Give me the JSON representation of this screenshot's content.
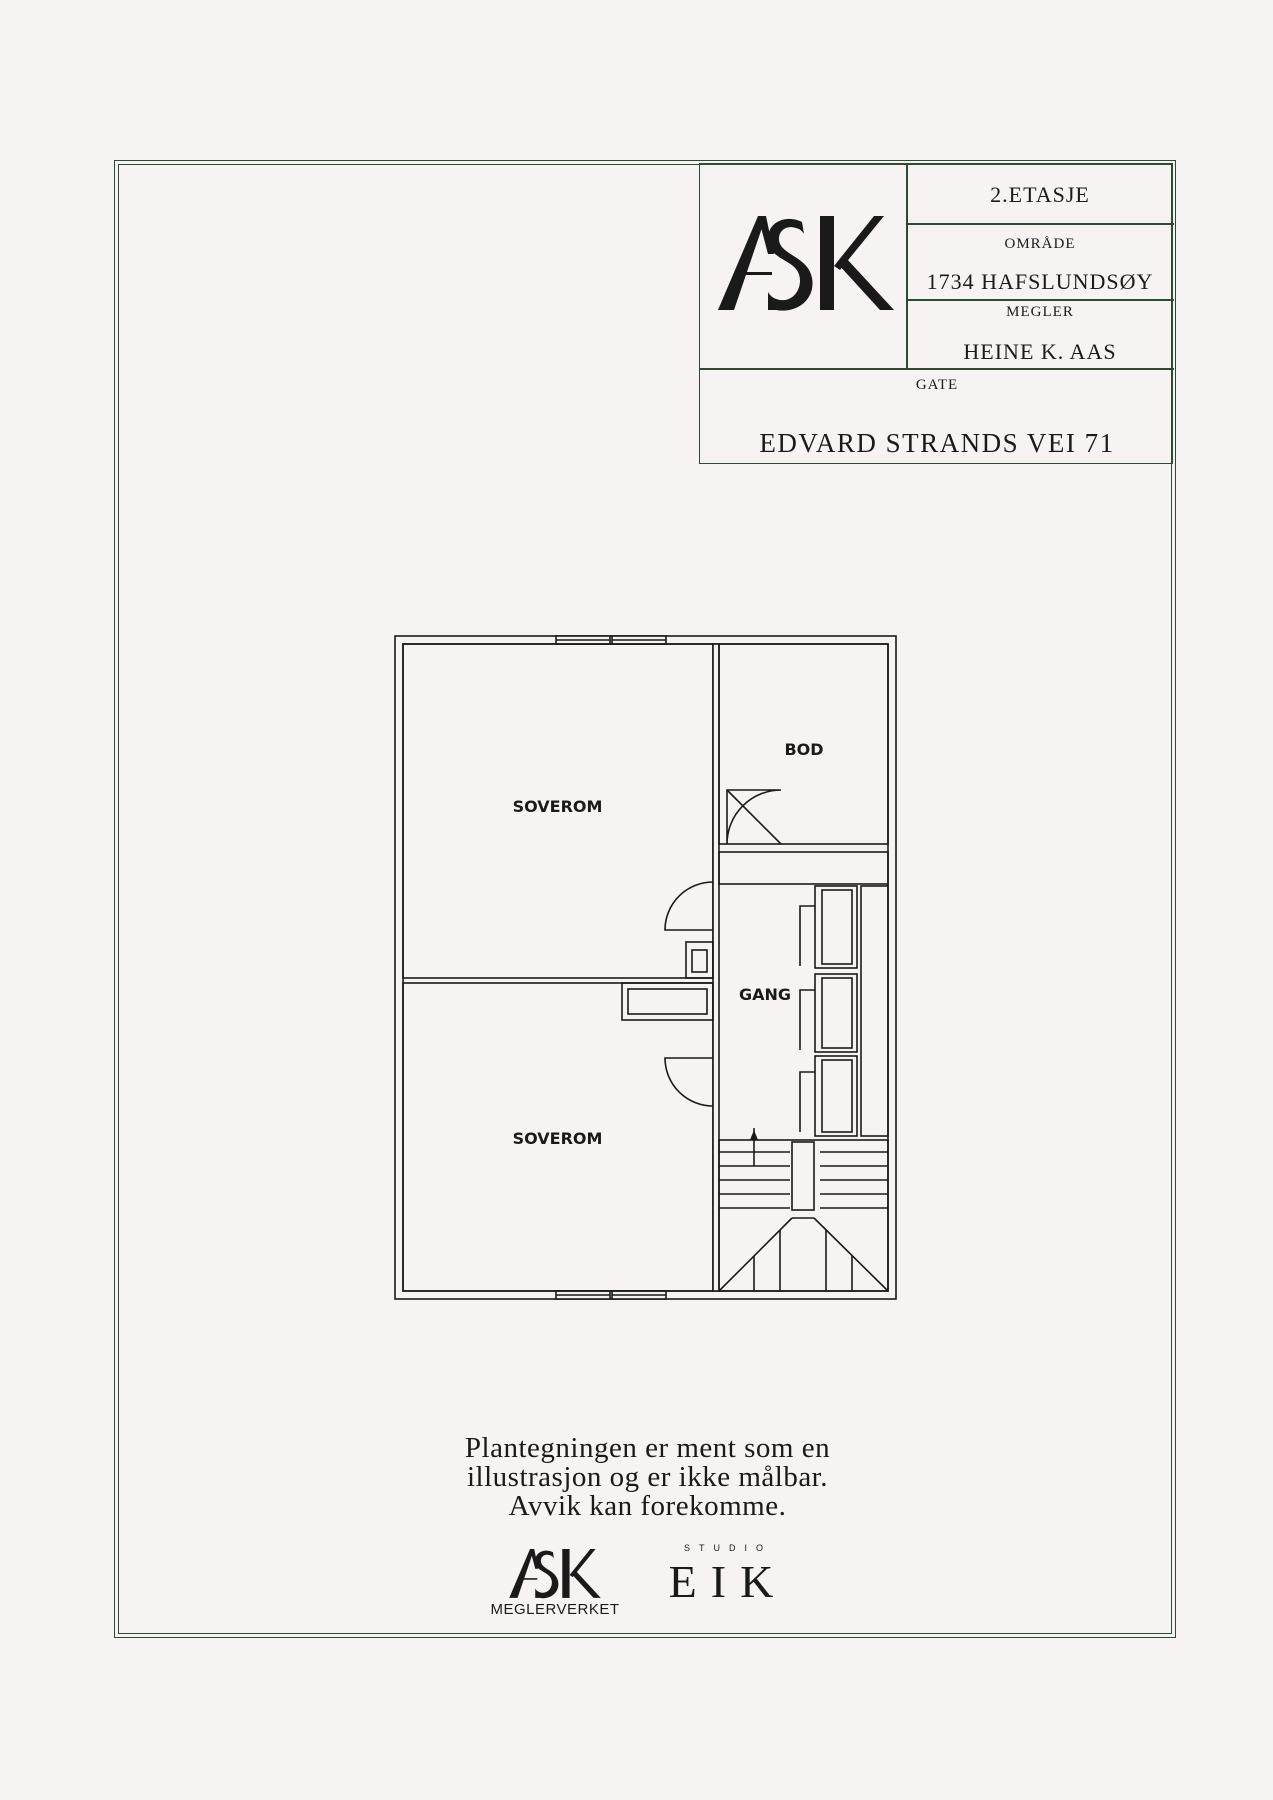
{
  "title_block": {
    "floor": "2.ETASJE",
    "area_label": "OMRÅDE",
    "area_value": "1734 HAFSLUNDSØY",
    "agent_label": "MEGLER",
    "agent_value": "HEINE K. AAS",
    "street_label": "GATE",
    "street_value": "EDVARD STRANDS VEI 71"
  },
  "logo": {
    "brand": "ASK",
    "brand_sub": "MEGLERVERKET"
  },
  "rooms": {
    "bedroom_upper": "SOVEROM",
    "storage": "BOD",
    "hall": "GANG",
    "bedroom_lower": "SOVEROM"
  },
  "disclaimer": {
    "line1": "Plantegningen er ment som en",
    "line2": "illustrasjon og er ikke målbar.",
    "line3": "Avvik kan forekomme."
  },
  "studio": {
    "small": "STUDIO",
    "name": "EIK"
  },
  "colors": {
    "frame": "#2f4a33",
    "ink": "#1a1a1a",
    "background": "#f7f3f2"
  }
}
